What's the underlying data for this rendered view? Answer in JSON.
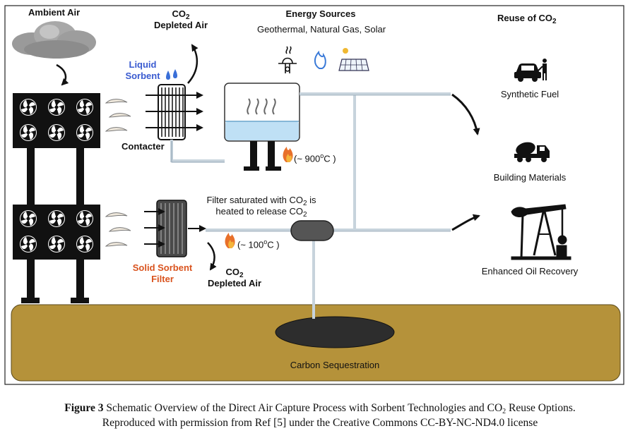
{
  "labels": {
    "ambient_air": "Ambient Air",
    "co2_depleted_top_1": "CO",
    "co2_depleted_top_sub": "2",
    "co2_depleted_top_2": "Depleted Air",
    "energy_title": "Energy Sources",
    "energy_list": "Geothermal, Natural Gas, Solar",
    "reuse_title": "Reuse of CO",
    "reuse_title_sub": "2",
    "liquid_sorbent_1": "Liquid",
    "liquid_sorbent_2": "Sorbent",
    "contacter": "Contacter",
    "temp_high": "(~ 900",
    "temp_high_deg": "o",
    "temp_high_unit": "C )",
    "filter_note_1a": "Filter saturated with CO",
    "filter_note_1b": "2",
    "filter_note_1c": " is",
    "filter_note_2a": "heated to release CO",
    "filter_note_2b": "2",
    "temp_low": "(~ 100",
    "temp_low_deg": "o",
    "temp_low_unit": "C )",
    "solid_sorbent_1": "Solid Sorbent",
    "solid_sorbent_2": "Filter",
    "co2_depleted_bottom_1": "CO",
    "co2_depleted_bottom_sub": "2",
    "co2_depleted_bottom_2": "Depleted Air",
    "synthetic_fuel": "Synthetic Fuel",
    "building_materials": "Building Materials",
    "enhanced_oil_recovery": "Enhanced Oil Recovery",
    "carbon_sequestration": "Carbon Sequestration"
  },
  "caption": {
    "label": "Figure 3",
    "text_1": " Schematic Overview of the Direct Air Capture Process with Sorbent Technologies and CO",
    "text_1_sub": "2",
    "text_2": " Reuse Options.",
    "line_2": "Reproduced with permission from Ref [5] under the Creative Commons CC-BY-NC-ND4.0 license"
  },
  "icons": [
    "cloud-icon",
    "fan-icon",
    "water-drop-icon",
    "flame-icon",
    "geothermal-icon",
    "gas-flame-icon",
    "solar-panel-icon",
    "car-fuel-icon",
    "cement-truck-icon",
    "oil-pump-icon"
  ],
  "colors": {
    "ground": "#b5923a",
    "liquid": "#bfe0f5",
    "pipe": "#c7d3dc",
    "orange": "#d9531e",
    "blue": "#3a5bd0"
  }
}
